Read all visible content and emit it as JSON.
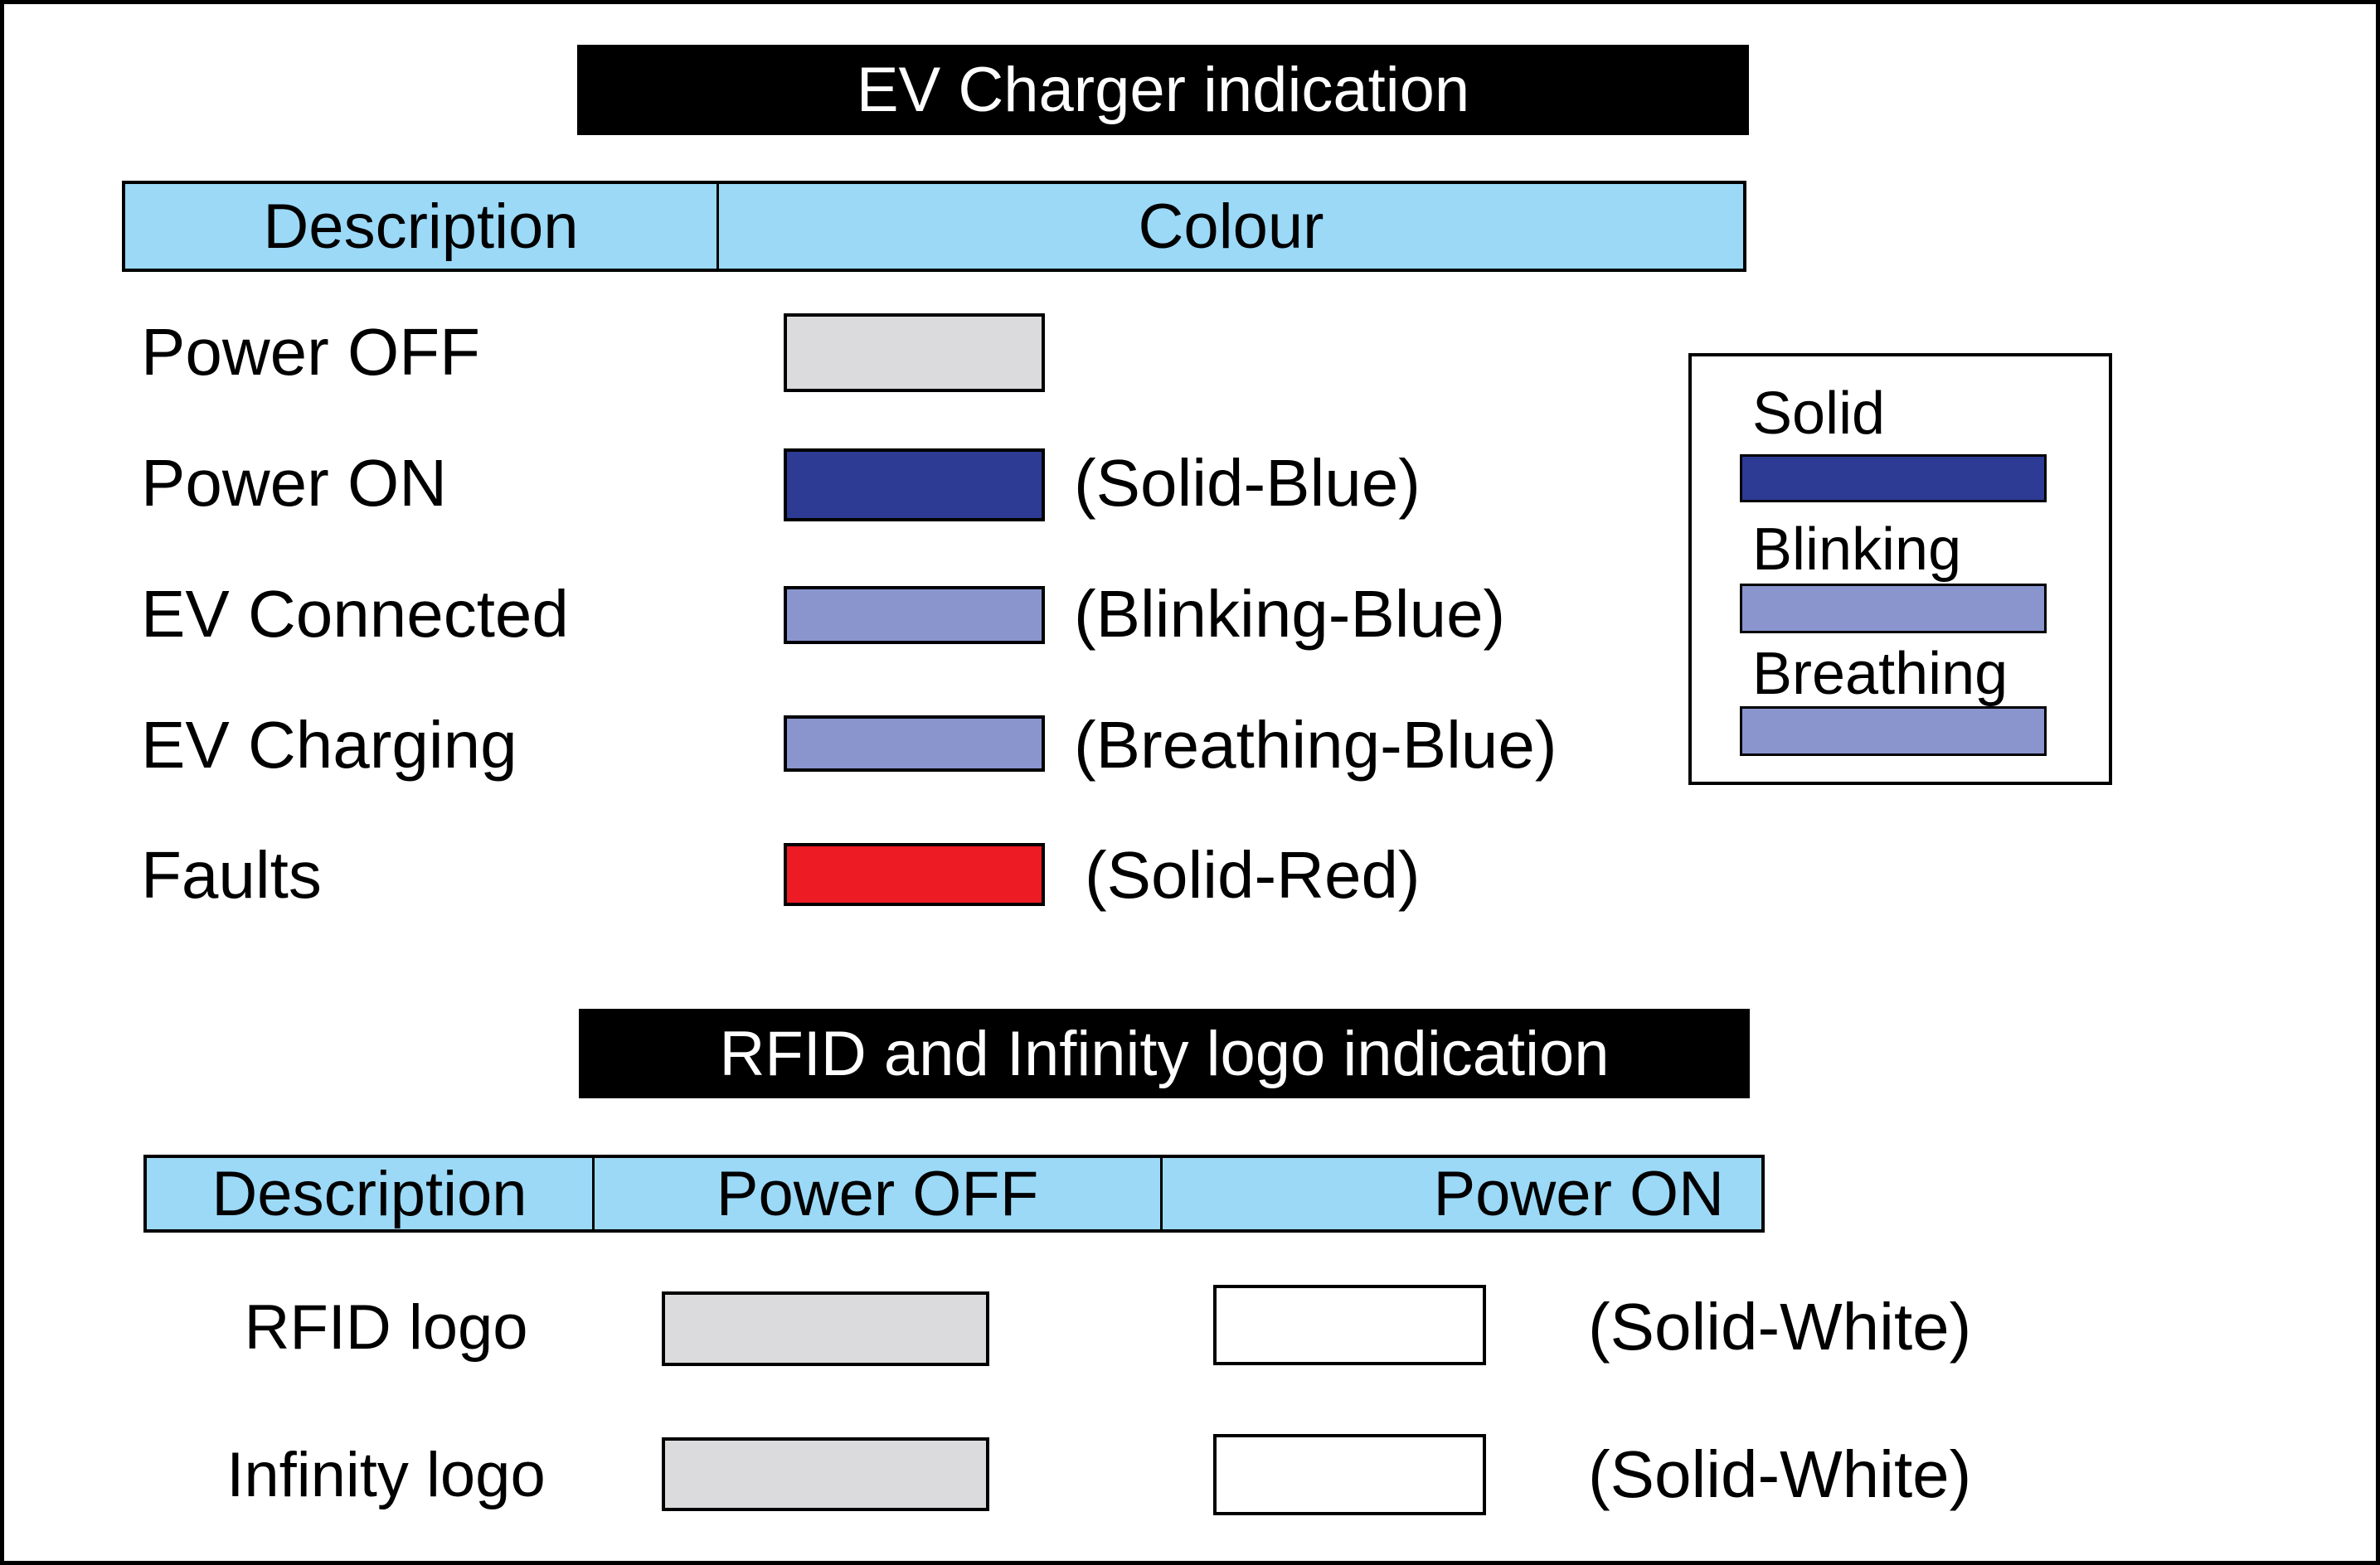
{
  "colors": {
    "header_fill": "#9BD9F7",
    "power_off_gray": "#DBDBDD",
    "solid_blue": "#2D3B94",
    "blinking_blue": "#8A95CE",
    "fault_red": "#EC1B24",
    "solid_white": "#FFFFFF",
    "title_bar_bg": "#000000"
  },
  "section1": {
    "title": "EV Charger indication",
    "header": {
      "col1": "Description",
      "col2": "Colour"
    },
    "rows": [
      {
        "label": "Power OFF",
        "caption": ""
      },
      {
        "label": "Power ON",
        "caption": "(Solid-Blue)"
      },
      {
        "label": "EV Connected",
        "caption": "(Blinking-Blue)"
      },
      {
        "label": "EV Charging",
        "caption": "(Breathing-Blue)"
      },
      {
        "label": "Faults",
        "caption": "(Solid-Red)"
      }
    ],
    "legend": {
      "items": [
        {
          "label": "Solid"
        },
        {
          "label": "Blinking"
        },
        {
          "label": "Breathing"
        }
      ]
    }
  },
  "section2": {
    "title": "RFID and Infinity logo indication",
    "header": {
      "col1": "Description",
      "col2": "Power OFF",
      "col3": "Power ON"
    },
    "rows": [
      {
        "label": "RFID logo",
        "caption": "(Solid-White)"
      },
      {
        "label": "Infinity logo",
        "caption": "(Solid-White)"
      }
    ]
  }
}
